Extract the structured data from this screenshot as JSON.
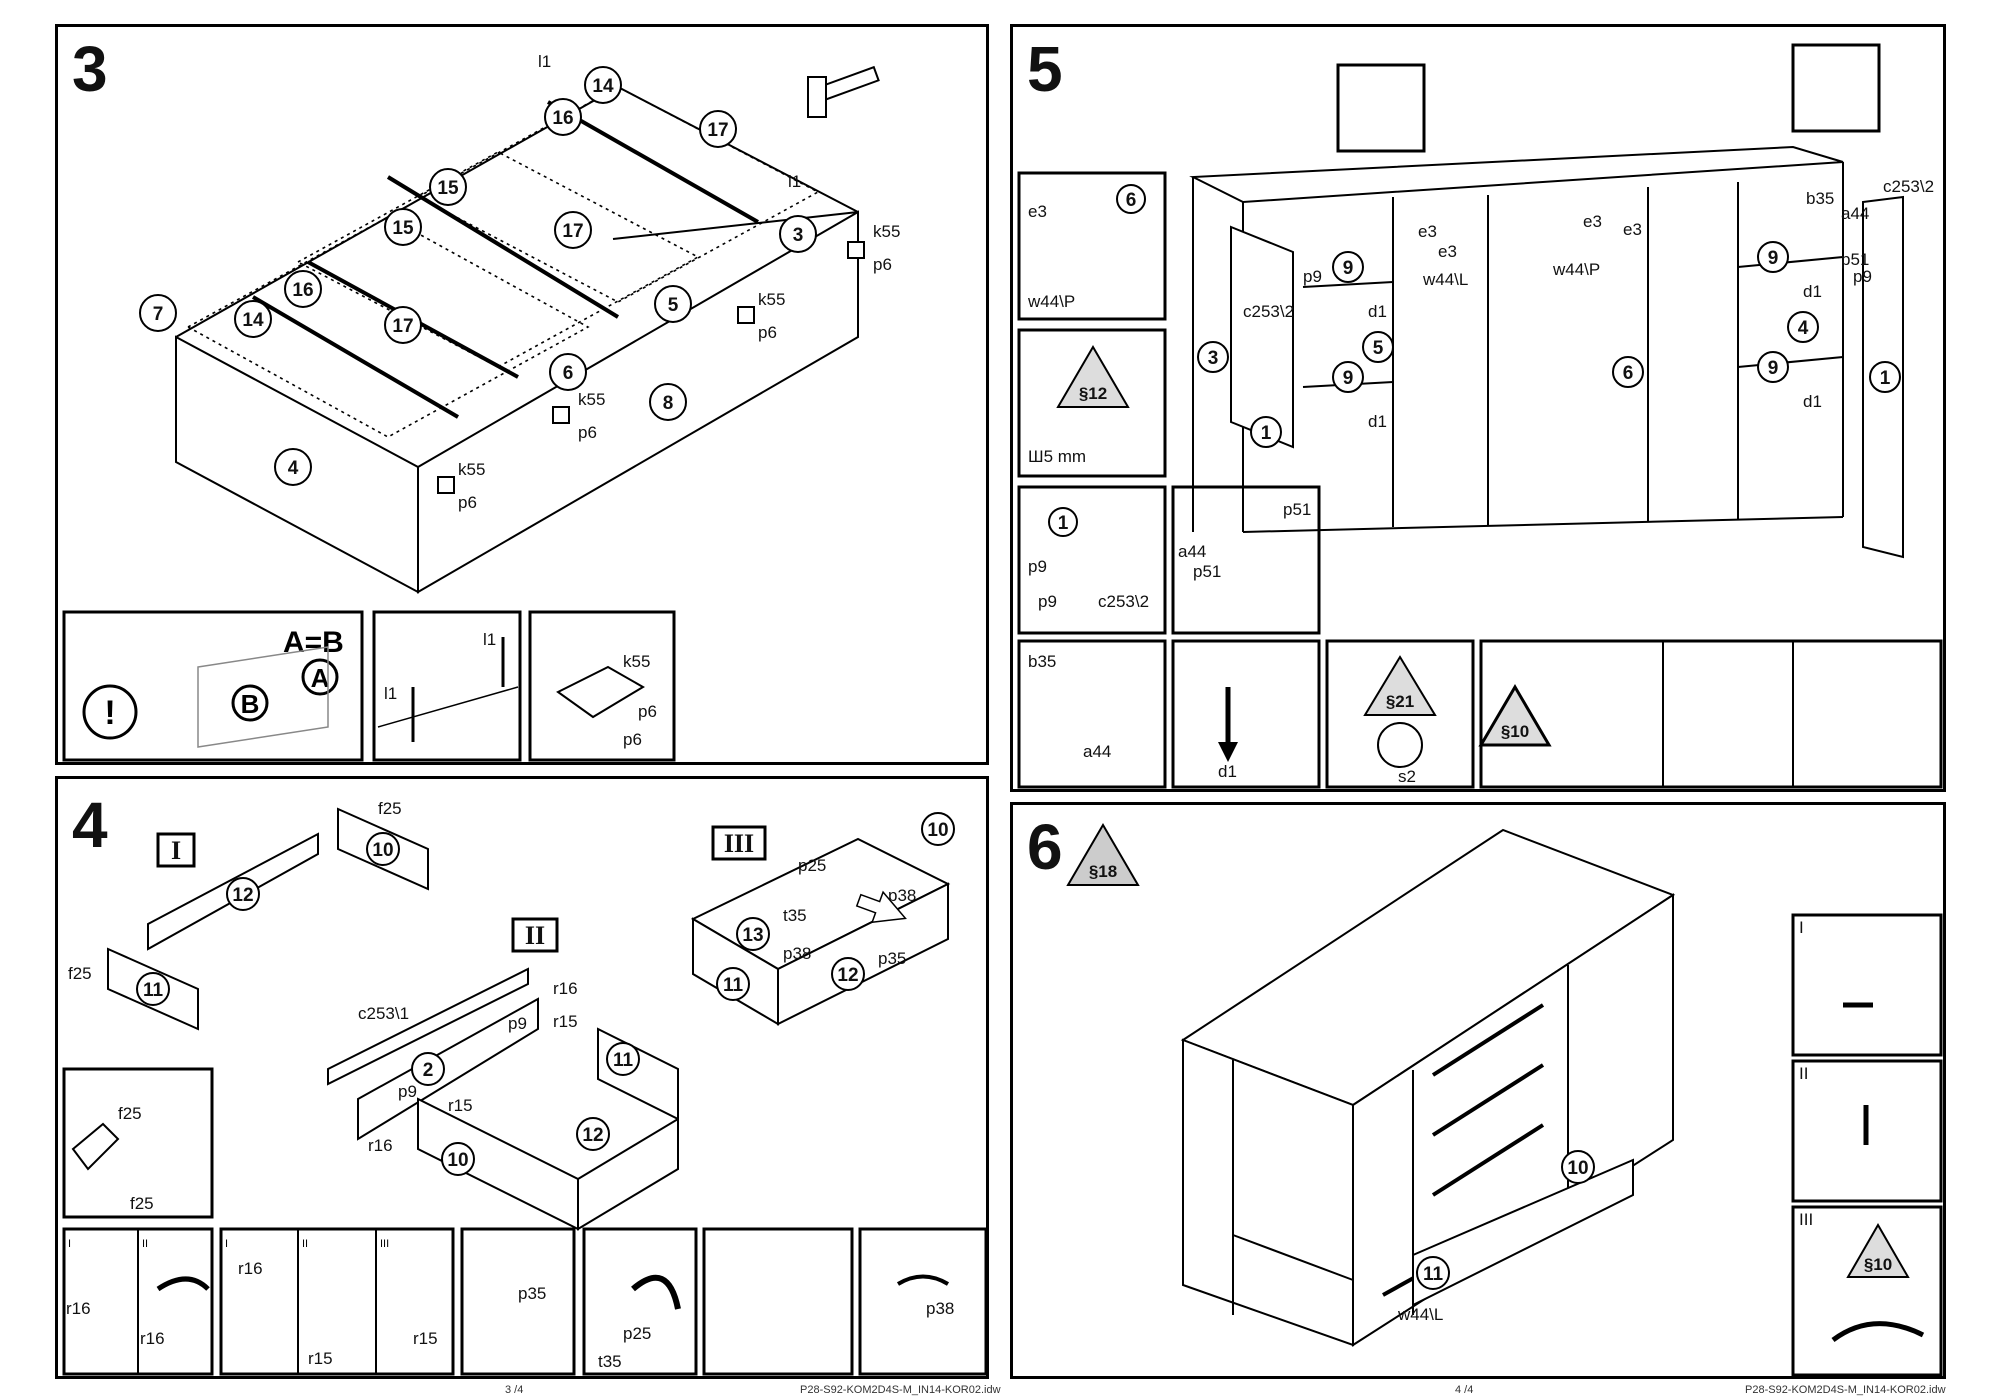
{
  "steps": {
    "s3": {
      "num": "3",
      "labels": {
        "p14a": "14",
        "p16a": "16",
        "p17a": "17",
        "p15a": "15",
        "p15b": "15",
        "p17b": "17",
        "p3": "3",
        "p5": "5",
        "p7": "7",
        "p16b": "16",
        "p14b": "14",
        "p17c": "17",
        "p6": "6",
        "p8": "8",
        "p4": "4",
        "k55": "k55",
        "p6s": "p6",
        "l1": "l1",
        "ab": "A=B",
        "a": "A",
        "b": "B",
        "warn": "!"
      }
    },
    "s4": {
      "num": "4",
      "roman": [
        "I",
        "II",
        "III"
      ],
      "labels": {
        "f25": "f25",
        "p10a": "10",
        "p12a": "12",
        "p11a": "11",
        "c2531": "c253\\1",
        "p9": "p9",
        "r16": "r16",
        "r15": "r15",
        "p2": "2",
        "p11b": "11",
        "p12b": "12",
        "p10b": "10",
        "p25": "p25",
        "p38": "p38",
        "t35": "t35",
        "p35": "p35",
        "p10c": "10",
        "p13": "13",
        "p11c": "11",
        "p12c": "12"
      },
      "strip": {
        "r16": "r16",
        "r15": "r15",
        "p35": "p35",
        "p25": "p25",
        "t35": "t35",
        "p38": "p38",
        "romI": "I",
        "romII": "II",
        "romIII": "III"
      }
    },
    "s5": {
      "num": "5",
      "labels": {
        "p6": "6",
        "e3": "e3",
        "w44p": "w44\\P",
        "s12": "§12",
        "drill": "Ш5 mm",
        "p1": "1",
        "p9s": "p9",
        "c2532": "c253\\2",
        "a44": "a44",
        "p51": "p51",
        "p9a": "9",
        "p9b": "9",
        "p9c": "9",
        "p9d": "9",
        "p5": "5",
        "p3": "3",
        "p4": "4",
        "p6b": "6",
        "p1b": "1",
        "p1c": "1",
        "d1": "d1",
        "w44l": "w44\\L",
        "b35": "b35",
        "s21": "§21",
        "s2": "s2",
        "s10": "§10"
      }
    },
    "s6": {
      "num": "6",
      "badge": "§18",
      "labels": {
        "p10": "10",
        "p11": "11",
        "w44l": "w44\\L",
        "s10": "§10",
        "romI": "I",
        "romII": "II",
        "romIII": "III"
      }
    }
  },
  "footer": {
    "left_page": "3 /4",
    "left_code": "P28-S92-KOM2D4S-M_IN14-KOR02.idw",
    "right_page": "4 /4",
    "right_code": "P28-S92-KOM2D4S-M_IN14-KOR02.idw"
  }
}
